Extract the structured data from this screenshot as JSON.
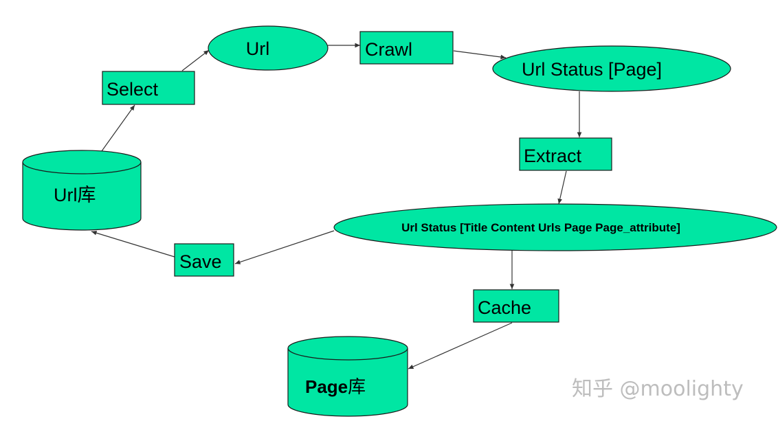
{
  "nodes": {
    "url": "Url",
    "crawl": "Crawl",
    "url_status_page": "Url Status [Page]",
    "extract": "Extract",
    "url_status_full": "Url Status [Title Content Urls Page Page_attribute]",
    "cache": "Cache",
    "page_store_bold": "Page",
    "page_store_suffix": "库",
    "save": "Save",
    "url_store": "Url库",
    "select": "Select"
  },
  "watermark": "知乎 @moolighty",
  "colors": {
    "node_fill": "#00e6a3",
    "edge": "#333333",
    "watermark": "#bdbdbd"
  }
}
